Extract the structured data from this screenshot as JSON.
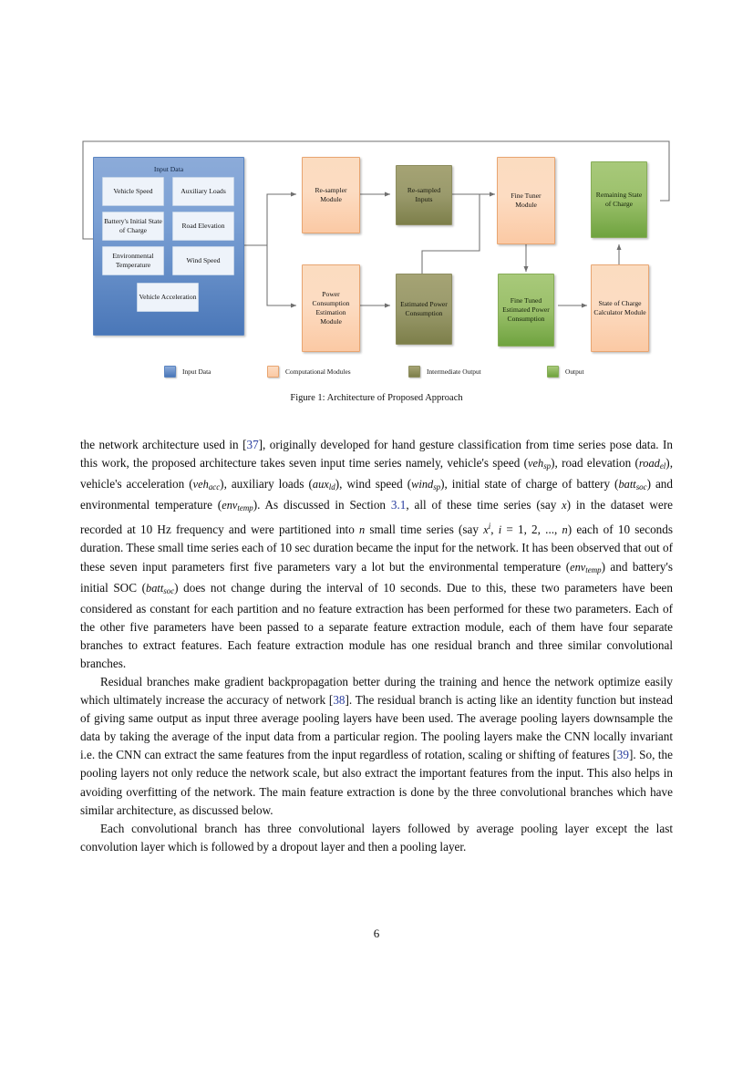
{
  "figure": {
    "caption": "Figure 1: Architecture of Proposed Approach",
    "input_group_title": "Input Data",
    "inputs": [
      {
        "label": "Vehicle Speed"
      },
      {
        "label": "Auxiliary Loads"
      },
      {
        "label": "Battery's Initial State of Charge"
      },
      {
        "label": "Road Elevation"
      },
      {
        "label": "Environmental Temperature"
      },
      {
        "label": "Wind Speed"
      },
      {
        "label": "Vehicle Acceleration"
      }
    ],
    "nodes": [
      {
        "id": "resampler",
        "label": "Re-sampler Module",
        "kind": "compute"
      },
      {
        "id": "resampled_inputs",
        "label": "Re-sampled Inputs",
        "kind": "intermediate"
      },
      {
        "id": "fine_tuner",
        "label": "Fine Tuner Module",
        "kind": "compute"
      },
      {
        "id": "remaining_soc",
        "label": "Remaining State of Charge",
        "kind": "output"
      },
      {
        "id": "power_estimation",
        "label": "Power Consumption Estimation Module",
        "kind": "compute"
      },
      {
        "id": "estimated_power",
        "label": "Estimated Power Consumption",
        "kind": "intermediate"
      },
      {
        "id": "fine_tuned_power",
        "label": "Fine Tuned Estimated Power Consumption",
        "kind": "output"
      },
      {
        "id": "soc_calculator",
        "label": "State of Charge Calculator Module",
        "kind": "compute"
      }
    ],
    "legend": [
      {
        "label": "Input Data",
        "color": "#4a77b8"
      },
      {
        "label": "Computational Modules",
        "color": "#fbc9a4"
      },
      {
        "label": "Intermediate Output",
        "color": "#7d7f4a"
      },
      {
        "label": "Output",
        "color": "#6fa33f"
      }
    ]
  },
  "body": {
    "paragraph_1": {
      "t1": "the network architecture used in [",
      "ref1": "37",
      "t2": "], originally developed for hand gesture classification from time series pose data. In this work, the proposed architecture takes seven input time series namely, vehicle's speed (",
      "m1": "veh",
      "m1s": "sp",
      "t3": "), road elevation (",
      "m2": "road",
      "m2s": "el",
      "t4": "), vehicle's acceleration (",
      "m3": "veh",
      "m3s": "acc",
      "t5": "), auxiliary loads (",
      "m4": "aux",
      "m4s": "ld",
      "t6": "), wind speed (",
      "m5": "wind",
      "m5s": "sp",
      "t7": "), initial state of charge of battery (",
      "m6": "batt",
      "m6s": "soc",
      "t8": ") and environmental temperature (",
      "m7": "env",
      "m7s": "temp",
      "t9": "). As discussed in Section ",
      "ref2": "3.1",
      "t10": ", all of these time series (say ",
      "m8": "x",
      "t11": ") in the dataset were recorded at 10 Hz frequency and were partitioned into ",
      "m9": "n",
      "t12": " small time series (say ",
      "m10": "x",
      "m10sup": "i",
      "t13": ", ",
      "m11": "i",
      "t14": " = 1, 2, ..., ",
      "m12": "n",
      "t15": ") each of 10 seconds duration. These small time series each of 10 sec duration became the input for the network. It has been observed that out of these seven input parameters first five parameters vary a lot but the environmental temperature (",
      "m13": "env",
      "m13s": "temp",
      "t16": ") and battery's initial SOC (",
      "m14": "batt",
      "m14s": "soc",
      "t17": ") does not change during the interval of 10 seconds. Due to this, these two parameters have been considered as constant for each partition and no feature extraction has been performed for these two parameters. Each of the other five parameters have been passed to a separate feature extraction module, each of them have four separate branches to extract features. Each feature extraction module has one residual branch and three similar convolutional branches."
    },
    "paragraph_2": {
      "t1": "Residual branches make gradient backpropagation better during the training and hence the network optimize easily which ultimately increase the accuracy of network [",
      "ref1": "38",
      "t2": "]. The residual branch is acting like an identity function but instead of giving same output as input three average pooling layers have been used. The average pooling layers downsample the data by taking the average of the input data from a particular region. The pooling layers make the CNN locally invariant i.e. the CNN can extract the same features from the input regardless of rotation, scaling or shifting of features [",
      "ref2": "39",
      "t3": "]. So, the pooling layers not only reduce the network scale, but also extract the important features from the input. This also helps in avoiding overfitting of the network. The main feature extraction is done by the three convolutional branches which have similar architecture, as discussed below."
    },
    "paragraph_3": {
      "t1": "Each convolutional branch has three convolutional layers followed by average pooling layer except the last convolution layer which is followed by a dropout layer and then a pooling layer."
    }
  },
  "page_number": "6"
}
